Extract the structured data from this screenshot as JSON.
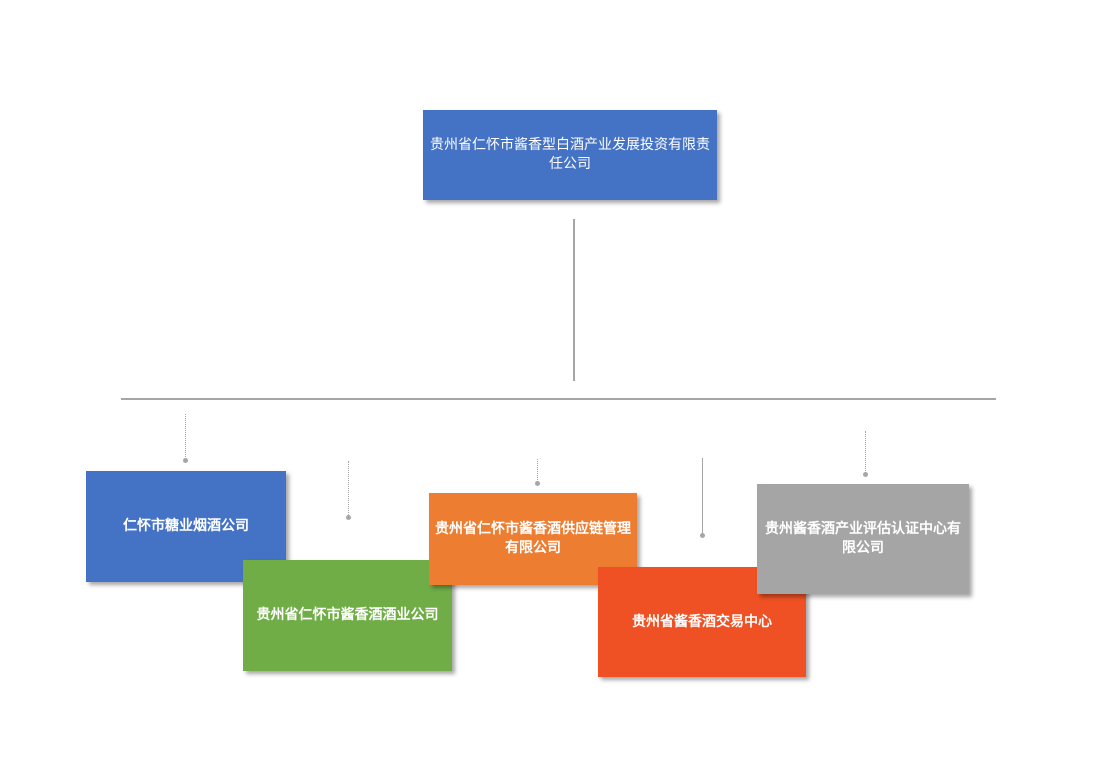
{
  "root": {
    "label": "贵州省仁怀市酱香型白酒产业发展投资有限责任公司",
    "color": "#4472c4"
  },
  "children": [
    {
      "label": "仁怀市糖业烟酒公司",
      "color": "#4472c4"
    },
    {
      "label": "贵州省仁怀市酱香酒酒业公司",
      "color": "#70ad47"
    },
    {
      "label": "贵州省仁怀市酱香酒供应链管理有限公司",
      "color": "#ed7d31"
    },
    {
      "label": "贵州省酱香酒交易中心",
      "color": "#ef5124"
    },
    {
      "label": "贵州酱香酒产业评估认证中心有限公司",
      "color": "#a5a5a5"
    }
  ]
}
